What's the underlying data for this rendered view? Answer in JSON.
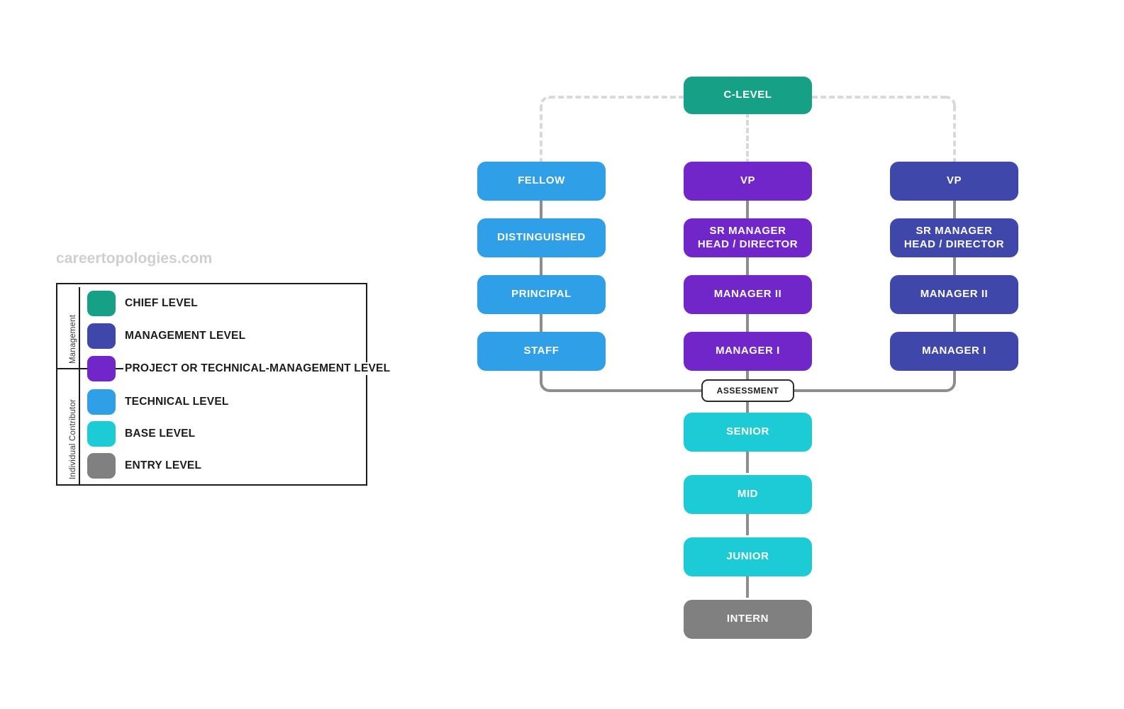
{
  "watermark": "careertopologies.com",
  "colors": {
    "chief": "#16a085",
    "management": "#3f47ab",
    "project": "#7126c9",
    "technical": "#2f9fe8",
    "base": "#1ccbd6",
    "entry": "#808080",
    "connector": "#8d8d8d",
    "dashed_connector": "#d9d9d9",
    "assessment_border": "#2b2b2b",
    "assessment_fill": "#ffffff",
    "watermark_text": "#cfcfcf"
  },
  "legend": {
    "groups": [
      {
        "name": "Management",
        "label": "Management"
      },
      {
        "name": "Individual Contributor",
        "label": "Individual Contributor"
      }
    ],
    "items": [
      {
        "label": "CHIEF LEVEL",
        "color": "#16a085",
        "group": "Management"
      },
      {
        "label": "MANAGEMENT LEVEL",
        "color": "#3f47ab",
        "group": "Management"
      },
      {
        "label": "PROJECT OR TECHNICAL-MANAGEMENT LEVEL",
        "color": "#7126c9",
        "group": "Both"
      },
      {
        "label": "TECHNICAL LEVEL",
        "color": "#2f9fe8",
        "group": "Individual Contributor"
      },
      {
        "label": "BASE LEVEL",
        "color": "#1ccbd6",
        "group": "Individual Contributor"
      },
      {
        "label": "ENTRY LEVEL",
        "color": "#808080",
        "group": "Individual Contributor"
      }
    ]
  },
  "diagram": {
    "top": {
      "label": "C-LEVEL",
      "color": "#16a085"
    },
    "columns": [
      {
        "name": "technical-track",
        "nodes": [
          {
            "label": "FELLOW",
            "color": "#2f9fe8"
          },
          {
            "label": "DISTINGUISHED",
            "color": "#2f9fe8"
          },
          {
            "label": "PRINCIPAL",
            "color": "#2f9fe8"
          },
          {
            "label": "STAFF",
            "color": "#2f9fe8"
          }
        ]
      },
      {
        "name": "project-management-track",
        "nodes": [
          {
            "label": "VP",
            "color": "#7126c9"
          },
          {
            "label": "SR MANAGER\nHEAD / DIRECTOR",
            "line1": "SR MANAGER",
            "line2": "HEAD / DIRECTOR",
            "color": "#7126c9"
          },
          {
            "label": "MANAGER II",
            "color": "#7126c9"
          },
          {
            "label": "MANAGER I",
            "color": "#7126c9"
          }
        ]
      },
      {
        "name": "management-track",
        "nodes": [
          {
            "label": "VP",
            "color": "#3f47ab"
          },
          {
            "label": "SR MANAGER\nHEAD / DIRECTOR",
            "line1": "SR MANAGER",
            "line2": "HEAD / DIRECTOR",
            "color": "#3f47ab"
          },
          {
            "label": "MANAGER II",
            "color": "#3f47ab"
          },
          {
            "label": "MANAGER I",
            "color": "#3f47ab"
          }
        ]
      }
    ],
    "gate": {
      "label": "ASSESSMENT"
    },
    "base_chain": [
      {
        "label": "SENIOR",
        "color": "#1ccbd6"
      },
      {
        "label": "MID",
        "color": "#1ccbd6"
      },
      {
        "label": "JUNIOR",
        "color": "#1ccbd6"
      },
      {
        "label": "INTERN",
        "color": "#808080"
      }
    ]
  }
}
